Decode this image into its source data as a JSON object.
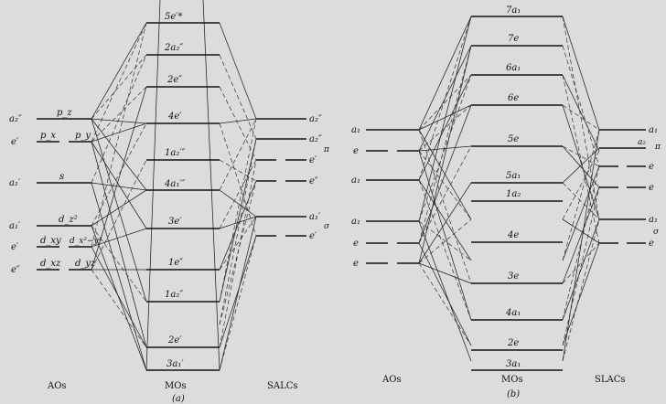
{
  "panel_a": {
    "ao_levels": [
      {
        "sym": "a₂″",
        "orb": "p_z"
      },
      {
        "sym": "e′",
        "orb": "p_x"
      },
      {
        "sym": "",
        "orb": "p_y"
      },
      {
        "sym": "a₁′",
        "orb": "s"
      },
      {
        "sym": "a₁′",
        "orb": "d_z²"
      },
      {
        "sym": "e′",
        "orb": "d_xy"
      },
      {
        "sym": "",
        "orb": "d_x²−y²"
      },
      {
        "sym": "e″",
        "orb": "d_xz"
      },
      {
        "sym": "",
        "orb": "d_yz"
      }
    ],
    "mo_levels": [
      "5e′*",
      "2a₂″",
      "2e″",
      "4e′",
      "1a₂′″",
      "4a₁′″",
      "3e′",
      "1e″",
      "1a₂″",
      "2e′",
      "3a₁′"
    ],
    "salc_levels": [
      "a₂″",
      "a₂″",
      "e′",
      "e″",
      "a₁′",
      "e′"
    ],
    "pi_label": "π",
    "sigma_label": "σ",
    "col_aos": "AOs",
    "col_mos": "MOs",
    "col_salcs": "SALCs",
    "caption": "(a)"
  },
  "panel_b": {
    "ao_levels": [
      "a₁",
      "e",
      "a₁",
      "a₁",
      "e",
      "e"
    ],
    "mo_levels": [
      "7a₁",
      "7e",
      "6a₁",
      "6e",
      "5e",
      "5a₁",
      "1a₂",
      "4e",
      "3e",
      "4a₁",
      "2e",
      "3a₁"
    ],
    "salc_levels": [
      "a₁",
      "a₂",
      "e",
      "e",
      "a₁",
      "e"
    ],
    "pi_label": "π",
    "sigma_label": "σ",
    "col_aos": "AOs",
    "col_mos": "MOs",
    "col_salcs": "SLACs",
    "caption": "(b)"
  }
}
